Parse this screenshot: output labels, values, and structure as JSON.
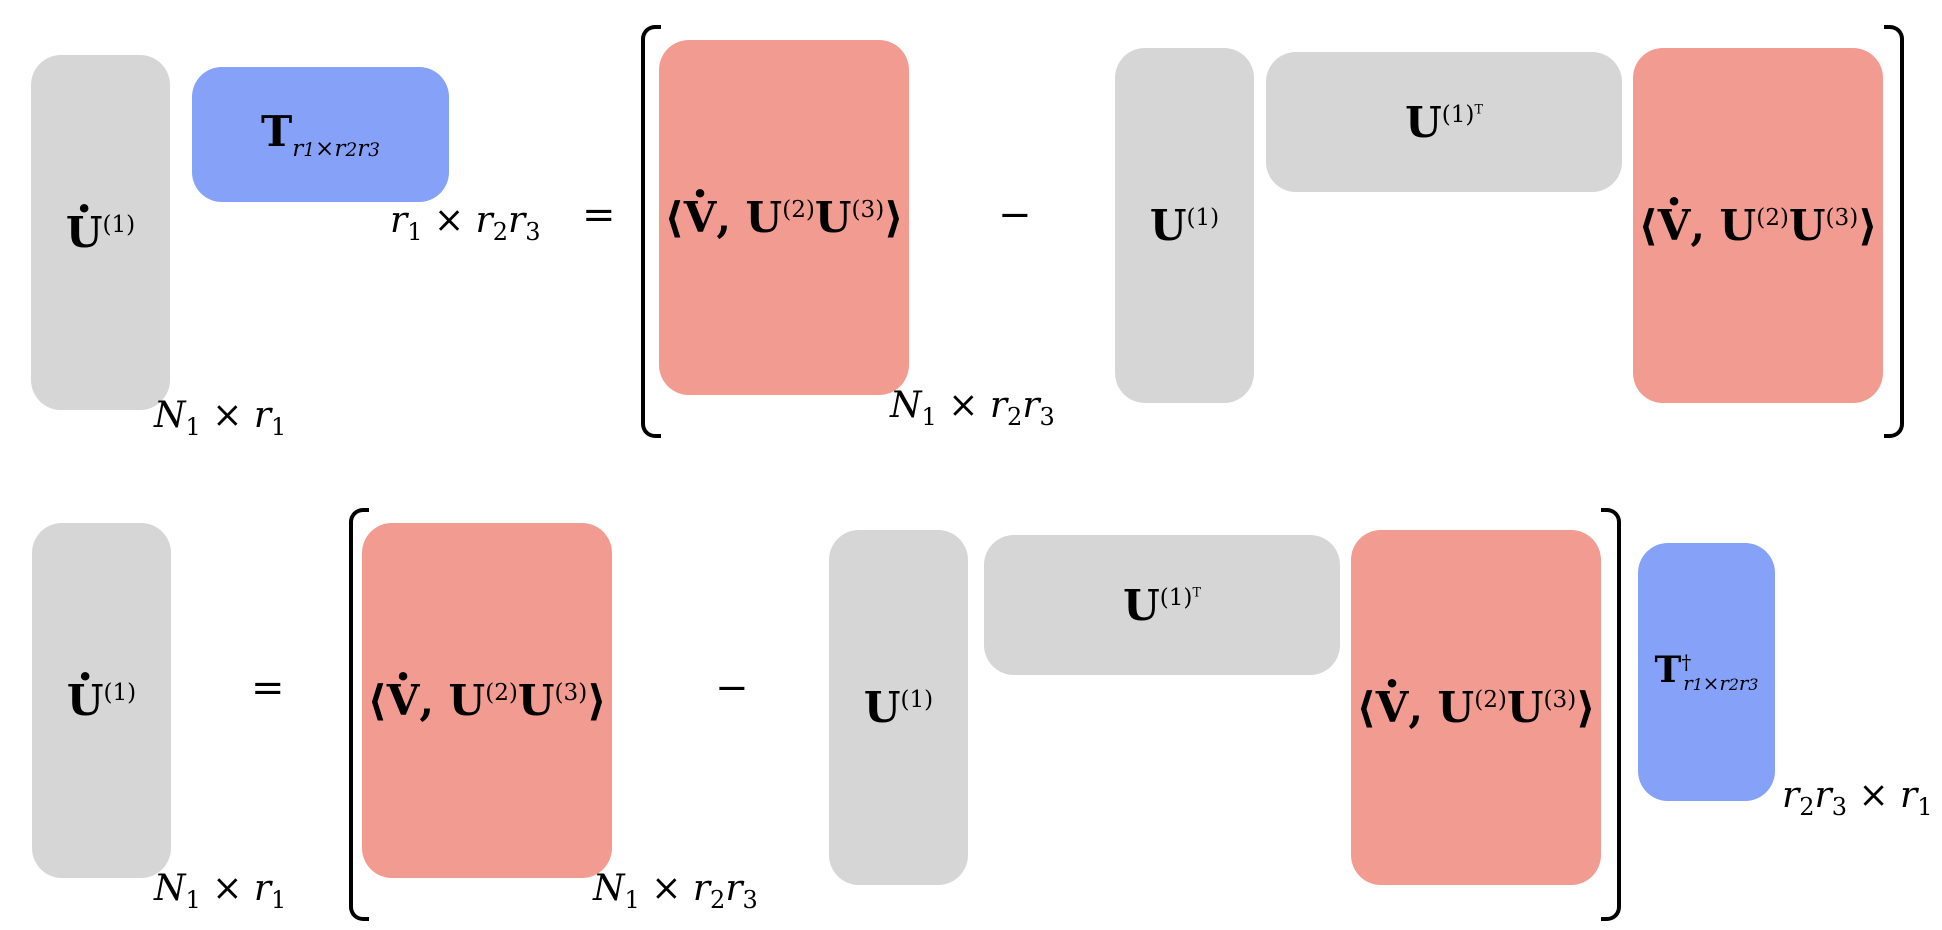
{
  "row1": {
    "lhs_label": "U̇⁽¹⁾",
    "t_label": "T_{r₁×r₂r₃}",
    "lhs_dim": "N₁ × r₁",
    "t_dim": "r₁ × r₂r₃",
    "equals": "=",
    "minus": "−",
    "proj_label": "⟨V̇, U⁽²⁾U⁽³⁾⟩",
    "proj_dim": "N₁ × r₂r₃",
    "u_label": "U⁽¹⁾",
    "ut_label": "U⁽¹⁾ᵀ"
  },
  "row2": {
    "lhs_label": "U̇⁽¹⁾",
    "lhs_dim": "N₁ × r₁",
    "equals": "=",
    "minus": "−",
    "proj_label": "⟨V̇, U⁽²⁾U⁽³⁾⟩",
    "proj_dim": "N₁ × r₂r₃",
    "u_label": "U⁽¹⁾",
    "ut_label": "U⁽¹⁾ᵀ",
    "tdag_label": "T†_{r₁×r₂r₃}",
    "tdag_dim": "r₂r₃ × r₁"
  },
  "colors": {
    "gray": "#d6d6d6",
    "red": "#f29b91",
    "blue": "#85a1f8"
  }
}
